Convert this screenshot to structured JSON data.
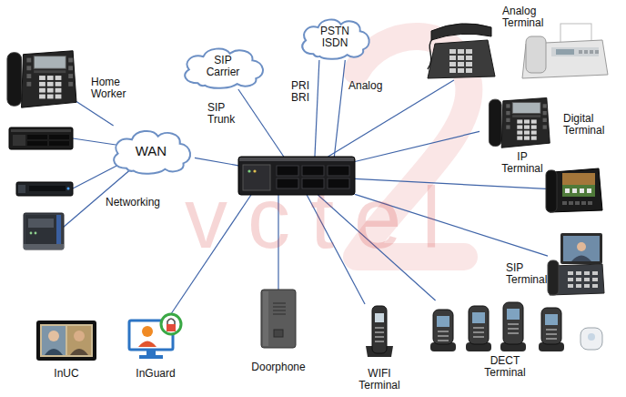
{
  "diagram": {
    "nodes": [
      {
        "text": [
          "PSTN ISDN"
        ]
      },
      {
        "text": [
          "Analog Terminal"
        ]
      },
      {
        "text": [
          "Home Worker"
        ]
      },
      {
        "text": [
          "SIP Carrier"
        ]
      },
      {
        "text": [
          "Digital Terminal"
        ]
      },
      {
        "text": [
          "WAN"
        ]
      },
      {
        "text": []
      },
      {
        "text": [
          "IP Terminal"
        ]
      },
      {
        "text": [
          "SIP Terminal"
        ]
      },
      {
        "text": [
          "InUC"
        ]
      },
      {
        "text": [
          "InGuard"
        ]
      },
      {
        "text": [
          "Doorphone"
        ]
      },
      {
        "text": [
          "WIFI Terminal"
        ]
      },
      {
        "text": [
          "DECT Terminal"
        ]
      }
    ],
    "edges": [
      {
        "from": 6,
        "to": 3,
        "label": "SIP Trunk",
        "arrow": "none"
      },
      {
        "from": 6,
        "to": 0,
        "label": "PRI BRI",
        "arrow": "none"
      },
      {
        "from": 6,
        "to": 0,
        "label": "Analog",
        "arrow": "none"
      },
      {
        "from": 6,
        "to": 5,
        "arrow": "none"
      },
      {
        "from": 5,
        "to": 2,
        "arrow": "none"
      },
      {
        "from": 6,
        "to": 1,
        "arrow": "none"
      },
      {
        "from": 6,
        "to": 4,
        "arrow": "none"
      },
      {
        "from": 6,
        "to": 7,
        "arrow": "none"
      },
      {
        "from": 6,
        "to": 8,
        "arrow": "none"
      },
      {
        "from": 6,
        "to": 13,
        "arrow": "none"
      },
      {
        "from": 6,
        "to": 12,
        "arrow": "none"
      },
      {
        "from": 6,
        "to": 11,
        "arrow": "none"
      },
      {
        "from": 6,
        "to": 10,
        "arrow": "none"
      }
    ],
    "labels": [
      "Networking",
      "vctel"
    ]
  }
}
